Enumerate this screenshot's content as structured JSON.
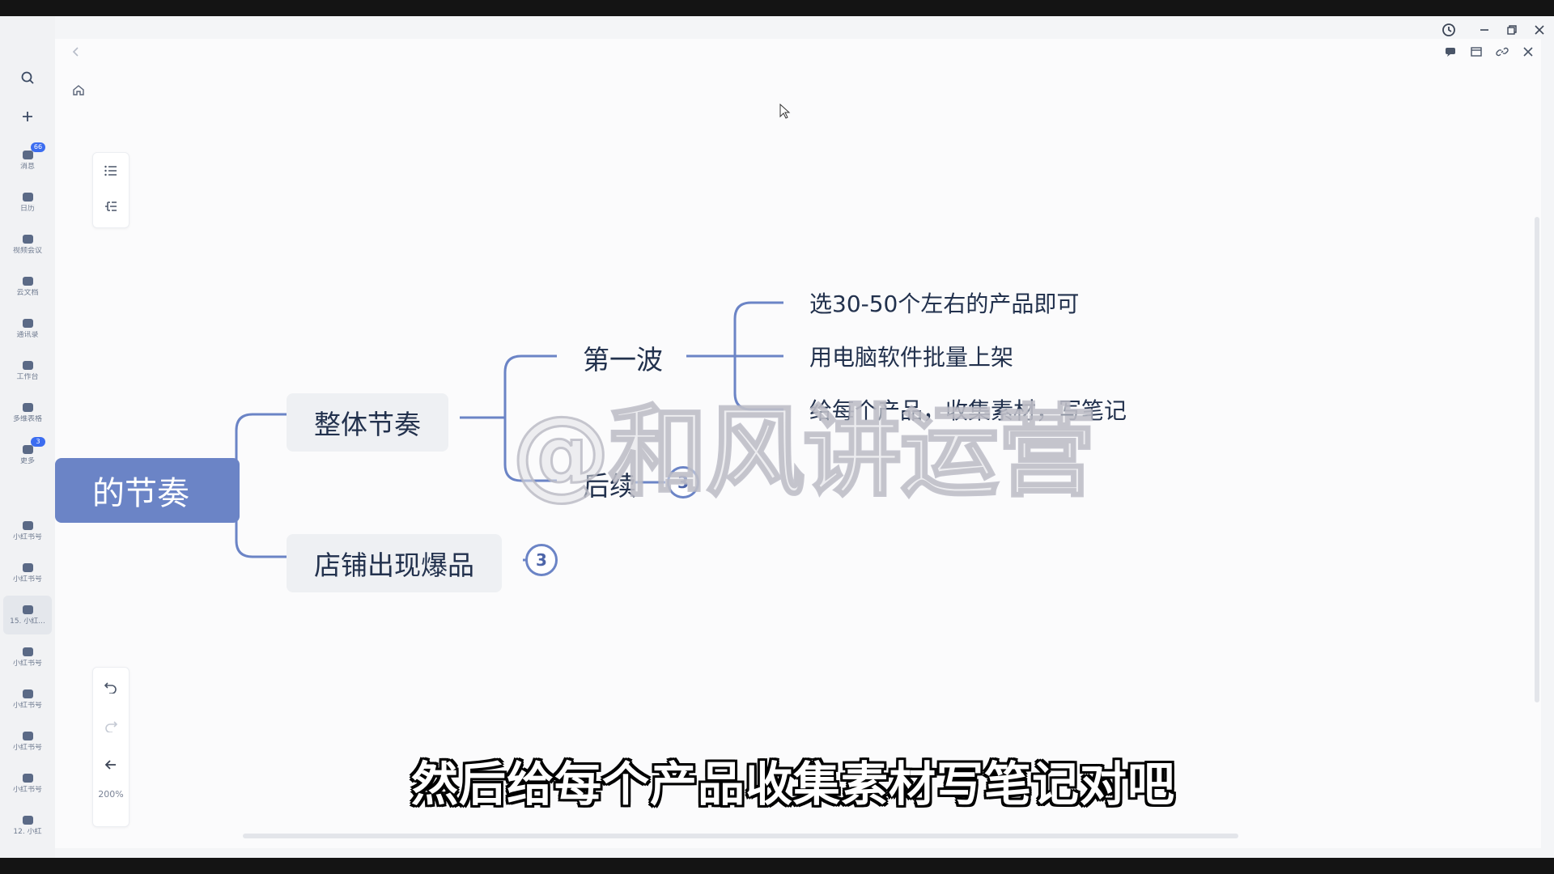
{
  "rail": {
    "items": [
      {
        "label": "消息",
        "badge": "66"
      },
      {
        "label": "日历",
        "badge": ""
      },
      {
        "label": "视频会议",
        "badge": ""
      },
      {
        "label": "云文档",
        "badge": ""
      },
      {
        "label": "通讯录",
        "badge": ""
      },
      {
        "label": "工作台",
        "badge": ""
      },
      {
        "label": "多维表格",
        "badge": ""
      },
      {
        "label": "更多",
        "badge": "3"
      },
      {
        "label": "小红书号",
        "badge": ""
      },
      {
        "label": "小红书号",
        "badge": ""
      },
      {
        "label": "15. 小红...",
        "badge": ""
      },
      {
        "label": "小红书号",
        "badge": ""
      },
      {
        "label": "小红书号",
        "badge": ""
      },
      {
        "label": "小红书号",
        "badge": ""
      },
      {
        "label": "小红书号",
        "badge": ""
      },
      {
        "label": "12. 小红",
        "badge": ""
      }
    ]
  },
  "toolbar": {
    "zoom": "200%"
  },
  "mindmap": {
    "root": "的节奏",
    "branch1": "整体节奏",
    "branch2": "店铺出现爆品",
    "branch2_count": "3",
    "sub1": "第一波",
    "sub2": "后续",
    "sub2_count": "3",
    "leaf1": "选30-50个左右的产品即可",
    "leaf2": "用电脑软件批量上架",
    "leaf3": "给每个产品，收集素材，写笔记"
  },
  "overlay": {
    "watermark": "@和风讲运营",
    "subtitle": "然后给每个产品收集素材写笔记对吧"
  },
  "colors": {
    "accent": "#6b84c6",
    "line": "#6b84c6",
    "node_bg": "#eef0f3",
    "text": "#22314d"
  }
}
